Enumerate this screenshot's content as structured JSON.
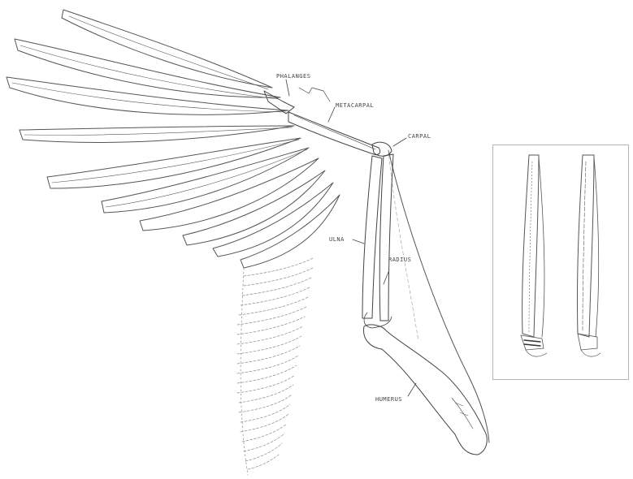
{
  "diagram": {
    "labels": {
      "phalanges": "PHALANGES",
      "metacarpal": "METACARPAL",
      "carpal": "CARPAL",
      "ulna": "ULNA",
      "radius": "RADIUS",
      "humerus": "HUMERUS"
    },
    "colors": {
      "ink": "#444444",
      "faint_ink": "#8a8a8a",
      "inset_border": "#b5b5b5",
      "background": "#ffffff"
    }
  }
}
